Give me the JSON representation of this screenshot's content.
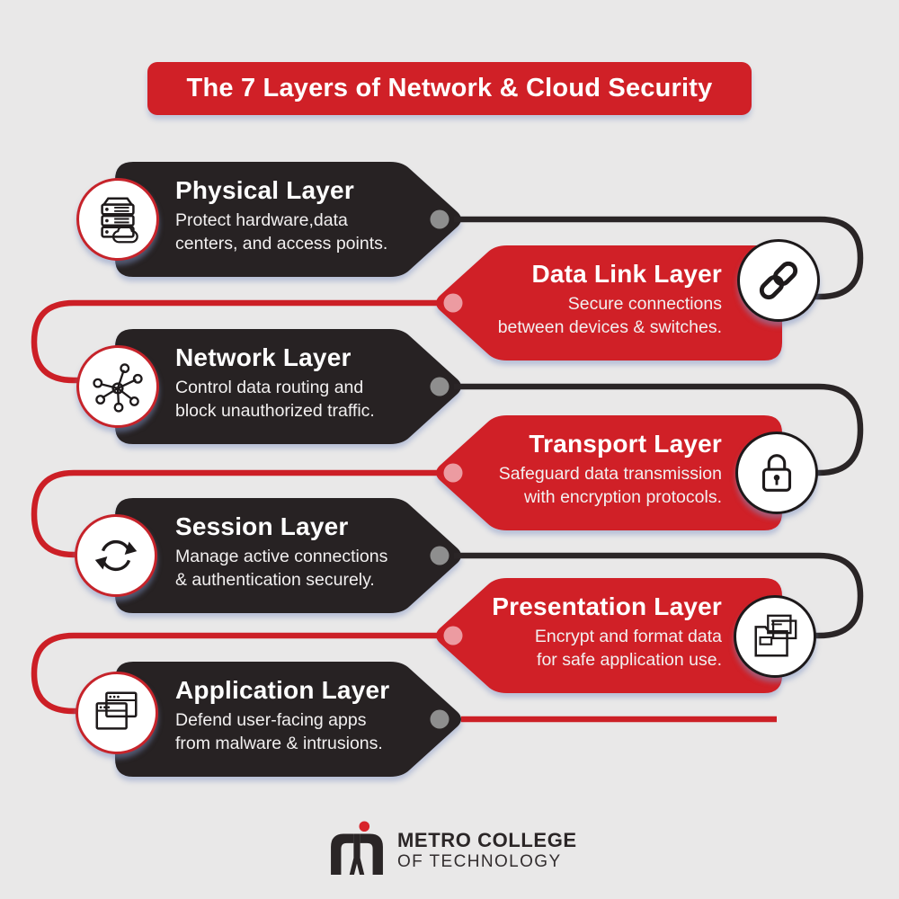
{
  "title": {
    "text": "The 7 Layers of Network & Cloud Security"
  },
  "layers": [
    {
      "name": "Physical Layer",
      "desc1": "Protect hardware,data",
      "desc2": "centers, and access points.",
      "theme": "dark",
      "icon": "server-icon"
    },
    {
      "name": "Data Link Layer",
      "desc1": "Secure connections",
      "desc2": "between devices & switches.",
      "theme": "red",
      "icon": "chain-link-icon"
    },
    {
      "name": "Network Layer",
      "desc1": "Control data routing and",
      "desc2": "block unauthorized traffic.",
      "theme": "dark",
      "icon": "network-hub-icon"
    },
    {
      "name": "Transport Layer",
      "desc1": "Safeguard data transmission",
      "desc2": "with encryption protocols.",
      "theme": "red",
      "icon": "padlock-icon"
    },
    {
      "name": "Session Layer",
      "desc1": "Manage active connections",
      "desc2": "& authentication securely.",
      "theme": "dark",
      "icon": "sync-arrows-icon"
    },
    {
      "name": "Presentation Layer",
      "desc1": "Encrypt and format data",
      "desc2": "for safe application use.",
      "theme": "red",
      "icon": "folder-files-icon"
    },
    {
      "name": "Application Layer",
      "desc1": "Defend user-facing apps",
      "desc2": "from malware & intrusions.",
      "theme": "dark",
      "icon": "app-windows-icon"
    }
  ],
  "footer": {
    "brand_name": "METRO COLLEGE",
    "brand_subtitle": "OF TECHNOLOGY"
  },
  "colors": {
    "red": "#d02027",
    "dark": "#272223",
    "background": "#e9e8e8",
    "connector_dark_line": "#2a2526",
    "connector_red_line": "#cc1f26",
    "gray_dot": "#8e8e8e",
    "pink_dot": "#ec9ba1",
    "circle_fill": "#ffffff"
  }
}
